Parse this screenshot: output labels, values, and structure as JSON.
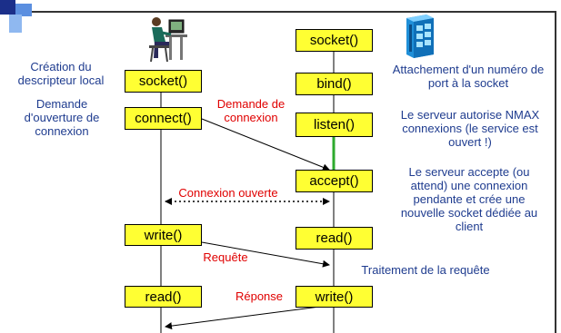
{
  "client": {
    "boxes": {
      "socket": "socket()",
      "connect": "connect()",
      "write": "write()",
      "read": "read()"
    },
    "labels": {
      "creation": "Création du descripteur local",
      "demande_ouverture": "Demande d'ouverture de connexion"
    }
  },
  "server": {
    "boxes": {
      "socket": "socket()",
      "bind": "bind()",
      "listen": "listen()",
      "accept": "accept()",
      "read": "read()",
      "write": "write()"
    },
    "labels": {
      "attachement": "Attachement d'un numéro de port à la socket",
      "autorise": "Le serveur autorise NMAX connexions (le service est ouvert !)",
      "accepte": "Le serveur accepte (ou attend) une connexion pendante et crée une nouvelle socket dédiée au client",
      "traitement": "Traitement de la requête"
    }
  },
  "messages": {
    "demande_connexion": "Demande de connexion",
    "connexion_ouverte": "Connexion ouverte",
    "requete": "Requête",
    "reponse": "Réponse"
  },
  "icons": {
    "client": "person-at-computer-icon",
    "server": "server-tower-icon"
  },
  "colors": {
    "box_fill": "#ffff33",
    "blue_text": "#1f3c8f",
    "red_text": "#e00000",
    "listen_line": "#2eaa2e"
  }
}
